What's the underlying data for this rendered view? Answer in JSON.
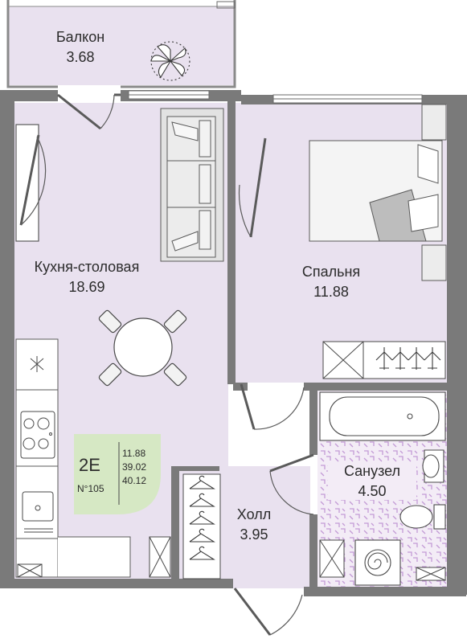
{
  "colors": {
    "room_fill": "#e9e1ef",
    "wall": "#7a7a7a",
    "line": "#4a4a4a",
    "furniture_fill": "#e4e4e4",
    "badge_fill": "#d6e8c4",
    "tile_pattern": "#c8a8d8"
  },
  "rooms": {
    "balcony": {
      "name": "Балкон",
      "area": "3.68"
    },
    "kitchen": {
      "name": "Кухня-столовая",
      "area": "18.69"
    },
    "bedroom": {
      "name": "Спальня",
      "area": "11.88"
    },
    "bathroom": {
      "name": "Санузел",
      "area": "4.50"
    },
    "hall": {
      "name": "Холл",
      "area": "3.95"
    }
  },
  "badge": {
    "code": "2E",
    "number": "N°105",
    "areas": [
      "11.88",
      "39.02",
      "40.12"
    ]
  },
  "icons": [
    "plant-icon",
    "sofa-icon",
    "bed-icon",
    "table-icon",
    "stove-icon",
    "sink-icon",
    "bathtub-icon",
    "toilet-icon",
    "washing-machine-icon",
    "hanger-icon",
    "door-icon",
    "window-icon"
  ]
}
